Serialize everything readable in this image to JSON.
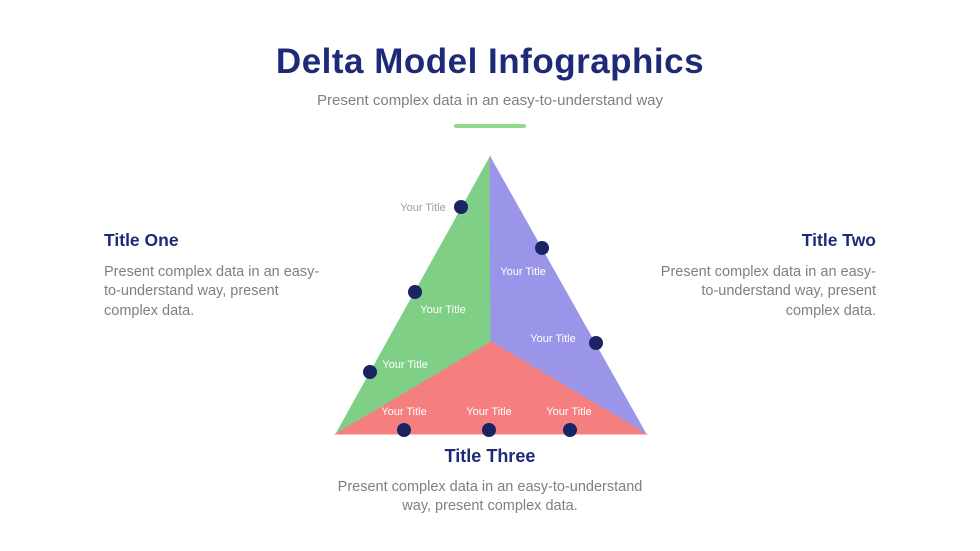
{
  "header": {
    "title": "Delta Model Infographics",
    "subtitle": "Present complex data in an easy-to-understand way"
  },
  "colors": {
    "navy": "#1e2a78",
    "dot": "#1a2363",
    "green": "#7fd086",
    "purple": "#9b95ea",
    "red": "#f57f7f",
    "underline": "#90da8e",
    "body-text": "#7f7f7f",
    "label-gray": "#9c9c9c"
  },
  "diagram": {
    "labels": [
      {
        "text": "Your Title"
      },
      {
        "text": "Your Title"
      },
      {
        "text": "Your Title"
      },
      {
        "text": "Your Title"
      },
      {
        "text": "Your Title"
      },
      {
        "text": "Your Title"
      },
      {
        "text": "Your Title"
      },
      {
        "text": "Your Title"
      }
    ]
  },
  "sections": [
    {
      "title": "Title One",
      "body": "Present complex data in an easy-to-understand way, present complex data."
    },
    {
      "title": "Title Two",
      "body": "Present complex data in an easy-to-understand way, present complex data."
    },
    {
      "title": "Title Three",
      "body": "Present complex data in an easy-to-understand way, present complex data."
    }
  ]
}
